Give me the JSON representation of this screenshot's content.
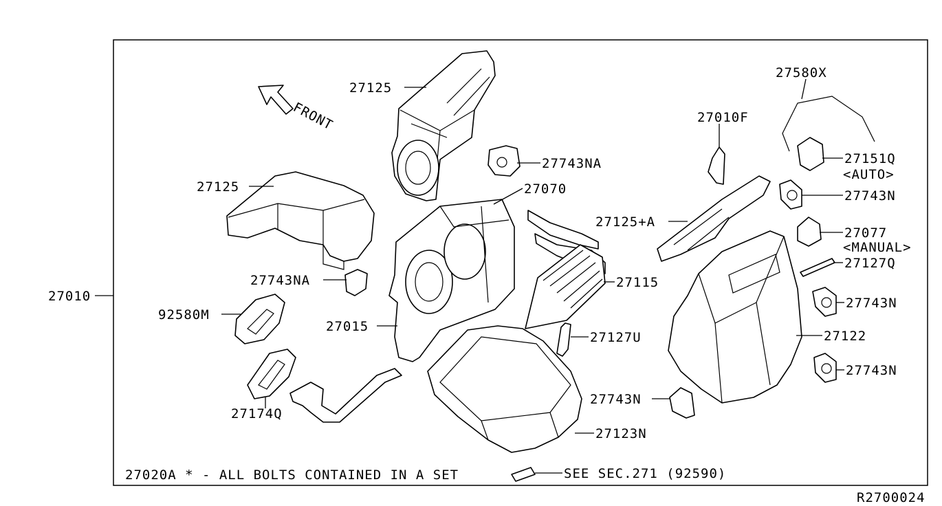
{
  "diagram": {
    "frame_label": "27010",
    "direction_label": "FRONT",
    "footer_note": "27020A * - ALL BOLTS CONTAINED IN A SET",
    "see_ref": "SEE SEC.271 (92590)",
    "ref_code": "R2700024",
    "parts": [
      {
        "id": "p27125_top",
        "label": "27125"
      },
      {
        "id": "p27743NA_top",
        "label": "27743NA"
      },
      {
        "id": "p27125_left",
        "label": "27125"
      },
      {
        "id": "p27070",
        "label": "27070"
      },
      {
        "id": "p27743NA_left",
        "label": "27743NA"
      },
      {
        "id": "p92580M",
        "label": "92580M"
      },
      {
        "id": "p27015",
        "label": "27015"
      },
      {
        "id": "p27174Q",
        "label": "27174Q"
      },
      {
        "id": "p27115",
        "label": "27115"
      },
      {
        "id": "p27127U",
        "label": "27127U"
      },
      {
        "id": "p27123N",
        "label": "27123N"
      },
      {
        "id": "p27743N_bottom",
        "label": "27743N"
      },
      {
        "id": "p27125A",
        "label": "27125+A"
      },
      {
        "id": "p27010F",
        "label": "27010F"
      },
      {
        "id": "p27580X",
        "label": "27580X"
      },
      {
        "id": "p27151Q",
        "label": "27151Q"
      },
      {
        "id": "p27151Q_sub",
        "label": "<AUTO>"
      },
      {
        "id": "p27743N_r1",
        "label": "27743N"
      },
      {
        "id": "p27077",
        "label": "27077"
      },
      {
        "id": "p27077_sub",
        "label": "<MANUAL>"
      },
      {
        "id": "p27127Q",
        "label": "27127Q"
      },
      {
        "id": "p27743N_r2",
        "label": "27743N"
      },
      {
        "id": "p27122",
        "label": "27122"
      },
      {
        "id": "p27743N_r3",
        "label": "27743N"
      }
    ]
  }
}
